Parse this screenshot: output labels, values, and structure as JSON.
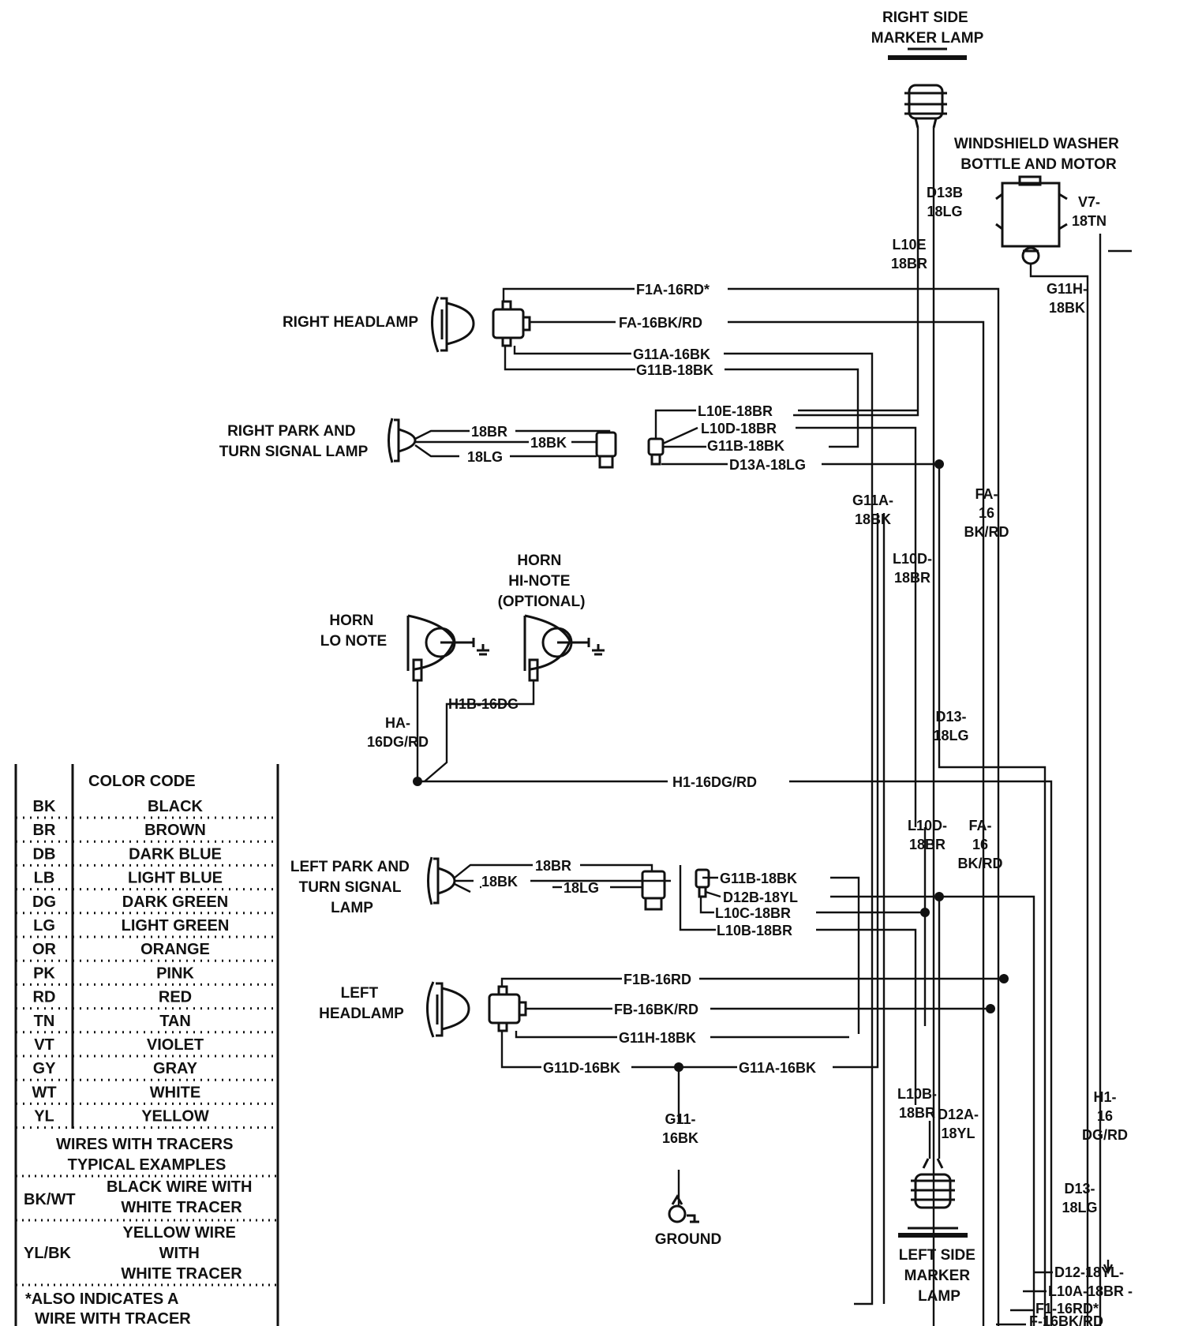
{
  "components": {
    "right_side_marker_lamp": [
      "RIGHT SIDE",
      "MARKER LAMP"
    ],
    "windshield_washer": [
      "WINDSHIELD WASHER",
      "BOTTLE AND MOTOR"
    ],
    "right_headlamp": "RIGHT HEADLAMP",
    "right_park_lamp": [
      "RIGHT PARK AND",
      "TURN SIGNAL LAMP"
    ],
    "horn_lo": [
      "HORN",
      "LO NOTE"
    ],
    "horn_hi": [
      "HORN",
      "HI-NOTE",
      "(OPTIONAL)"
    ],
    "left_park_lamp": [
      "LEFT PARK AND",
      "TURN SIGNAL",
      "LAMP"
    ],
    "left_headlamp": [
      "LEFT",
      "HEADLAMP"
    ],
    "ground": "GROUND",
    "left_side_marker_lamp": [
      "LEFT SIDE",
      "MARKER",
      "LAMP"
    ]
  },
  "wires": {
    "d13b": [
      "D13B",
      "18LG"
    ],
    "v7": [
      "V7-",
      "18TN"
    ],
    "l10e_v": [
      "L10E",
      "18BR"
    ],
    "g11h_top": [
      "G11H-",
      "18BK"
    ],
    "f1a": "F1A-16RD*",
    "fa": "FA-16BK/RD",
    "g11a": "G11A-16BK",
    "g11b": "G11B-18BK",
    "rp_18br": "18BR",
    "rp_18bk": "18BK",
    "rp_18lg": "18LG",
    "l10e_h": "L10E-18BR",
    "l10d_h": "L10D-18BR",
    "g11b_h": "G11B-18BK",
    "d13a": "D13A-18LG",
    "g11a_v": [
      "G11A-",
      "18BK"
    ],
    "fa_v1": [
      "FA-",
      "16",
      "BK/RD"
    ],
    "l10d_v1": [
      "L10D-",
      "18BR"
    ],
    "h1b": "H1B-16DG",
    "ha": [
      "HA-",
      "16DG/RD"
    ],
    "d13_v": [
      "D13-",
      "18LG"
    ],
    "h1": "H1-16DG/RD",
    "l10d_v2": [
      "L10D-",
      "18BR"
    ],
    "fa_v2": [
      "FA-",
      "16",
      "BK/RD"
    ],
    "lp_18br": "18BR",
    "lp_18bk": "18BK",
    "lp_18lg": "18LG",
    "g11b_l": "G11B-18BK",
    "d12b": "D12B-18YL",
    "l10c": "L10C-18BR",
    "l10b_h": "L10B-18BR",
    "f1b": "F1B-16RD",
    "fb": "FB-16BK/RD",
    "g11h": "G11H-18BK",
    "g11d": "G11D-16BK",
    "g11a_l": "G11A-16BK",
    "g11_v": [
      "G11-",
      "16BK"
    ],
    "l10b_v": [
      "L10B-",
      "18BR"
    ],
    "d12a": [
      "D12A-",
      "18YL"
    ],
    "h1_v": [
      "H1-",
      "16",
      "DG/RD"
    ],
    "d13_v2": [
      "D13-",
      "18LG"
    ],
    "d12_out": "D12-18YL-",
    "l10a_out": "L10A-18BR -",
    "f1_out": "F1-16RD*",
    "f_out": "F-16BK/RD"
  },
  "legend": {
    "title": "COLOR CODE",
    "rows": [
      {
        "code": "BK",
        "name": "BLACK"
      },
      {
        "code": "BR",
        "name": "BROWN"
      },
      {
        "code": "DB",
        "name": "DARK BLUE"
      },
      {
        "code": "LB",
        "name": "LIGHT BLUE"
      },
      {
        "code": "DG",
        "name": "DARK GREEN"
      },
      {
        "code": "LG",
        "name": "LIGHT GREEN"
      },
      {
        "code": "OR",
        "name": "ORANGE"
      },
      {
        "code": "PK",
        "name": "PINK"
      },
      {
        "code": "RD",
        "name": "RED"
      },
      {
        "code": "TN",
        "name": "TAN"
      },
      {
        "code": "VT",
        "name": "VIOLET"
      },
      {
        "code": "GY",
        "name": "GRAY"
      },
      {
        "code": "WT",
        "name": "WHITE"
      },
      {
        "code": "YL",
        "name": "YELLOW"
      }
    ],
    "tracers_title": [
      "WIRES WITH TRACERS",
      "TYPICAL EXAMPLES"
    ],
    "tracer_examples": [
      {
        "code": "BK/WT",
        "desc": [
          "BLACK WIRE WITH",
          "WHITE TRACER"
        ]
      },
      {
        "code": "YL/BK",
        "desc": [
          "YELLOW WIRE",
          "WITH",
          "WHITE TRACER"
        ]
      }
    ],
    "note": [
      "*ALSO INDICATES A",
      "WIRE WITH TRACER"
    ]
  }
}
